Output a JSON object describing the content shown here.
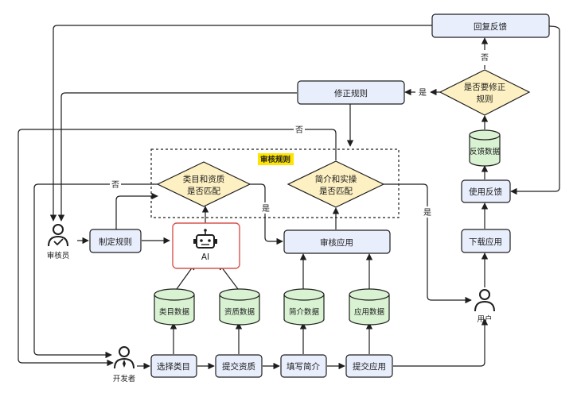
{
  "nodes": {
    "reply_feedback": "回复反馈",
    "fix_rules": "修正规则",
    "need_fix": [
      "是否要修正",
      "规则"
    ],
    "feedback_data": "反馈数据",
    "use_feedback": "使用反馈",
    "review_rules_title": "审核规则",
    "match_category": [
      "类目和资质",
      "是否匹配"
    ],
    "match_intro": [
      "简介和实操",
      "是否匹配"
    ],
    "make_rules": "制定规则",
    "ai": "AI",
    "review_app": "审核应用",
    "download_app": "下载应用",
    "reviewer": "审核员",
    "category_data": "类目数据",
    "qualification_data": "资质数据",
    "intro_data": "简介数据",
    "app_data": "应用数据",
    "user": "用户",
    "developer": "开发者",
    "select_category": "选择类目",
    "submit_qualification": "提交资质",
    "fill_intro": "填写简介",
    "submit_app": "提交应用"
  },
  "edge_labels": {
    "no_top": "否",
    "yes_fix": "是",
    "no_mid": "否",
    "no_left": "否",
    "yes_left": "是",
    "yes_right": "是"
  },
  "colors": {
    "box_fill": "#e8eefc",
    "diamond_fill": "#fdf0c2",
    "db_fill": "#d8f2d2",
    "ai_border": "#d9534f",
    "highlight": "#ffe400"
  }
}
